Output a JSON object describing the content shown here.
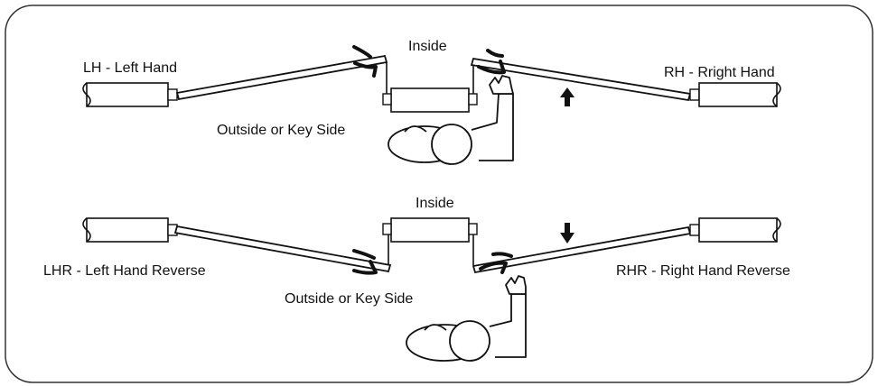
{
  "labels": {
    "top_inside": "Inside",
    "top_left_hand": "LH - Left Hand",
    "top_right_hand": "RH - Rright Hand",
    "top_outside": "Outside or Key Side",
    "bottom_inside": "Inside",
    "bottom_left_hand_reverse": "LHR - Left Hand Reverse",
    "bottom_right_hand_reverse": "RHR - Right Hand Reverse",
    "bottom_outside": "Outside or Key Side"
  },
  "colors": {
    "line": "#111111",
    "background": "#ffffff",
    "border": "#333333"
  },
  "icons": [
    "wall-section",
    "door-leaf",
    "door-closer",
    "person-figure",
    "arrow-up-icon",
    "arrow-down-icon"
  ]
}
